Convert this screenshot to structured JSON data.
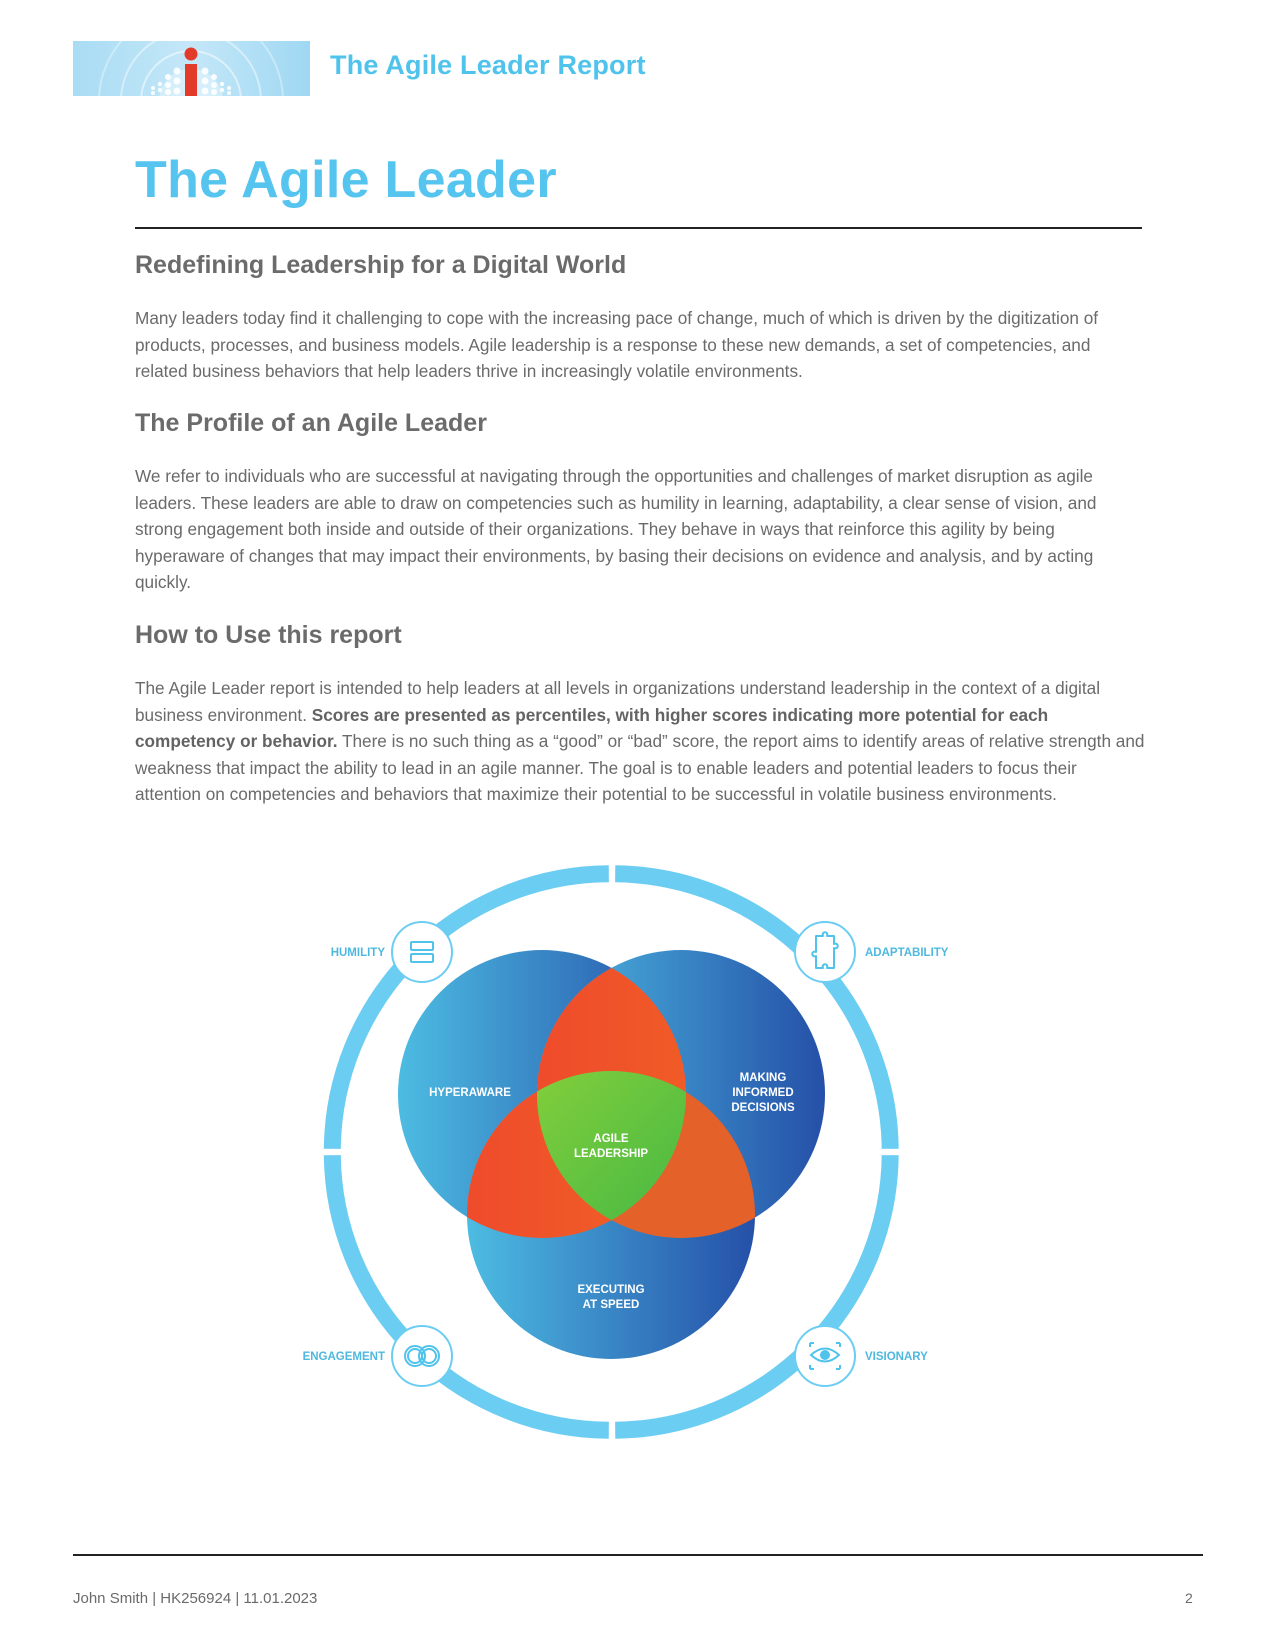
{
  "header": {
    "title": "The Agile Leader Report"
  },
  "main": {
    "title": "The Agile Leader",
    "sections": [
      {
        "heading": "Redefining Leadership for a Digital World",
        "paragraph": "Many leaders today find it challenging to cope with the increasing pace of change, much of which is driven by the digitization of products, processes, and business models. Agile leadership is a response to these new demands, a set of competencies, and related business behaviors that help leaders thrive in increasingly volatile environments."
      },
      {
        "heading": "The Profile of an Agile Leader",
        "paragraph": "We refer to individuals who are successful at navigating through the opportunities and challenges of market disruption as agile leaders. These leaders are able to draw on competencies such as humility in learning, adaptability, a clear sense of vision, and strong engagement both inside and outside of their organizations. They behave in ways that reinforce this agility by being hyperaware of changes that may impact their environments, by basing their decisions on evidence and analysis, and by acting quickly."
      },
      {
        "heading": "How to Use this report",
        "paragraph_start": "The Agile Leader report is intended to help leaders at all levels in organizations understand leadership in the context of a digital business environment. ",
        "paragraph_bold": "Scores are presented as percentiles, with higher scores indicating more potential for each competency or behavior.",
        "paragraph_end": " There is no such thing as a “good” or “bad” score, the report aims to identify areas of relative strength and weakness that impact the ability to lead in an agile manner. The goal is to enable leaders and potential leaders to focus their attention on competencies and behaviors that maximize their potential to be successful in volatile business environments."
      }
    ]
  },
  "diagram": {
    "competencies": {
      "humility": "HUMILITY",
      "adaptability": "ADAPTABILITY",
      "engagement": "ENGAGEMENT",
      "visionary": "VISIONARY"
    },
    "behaviors": {
      "hyperaware_1": "HYPERAWARE",
      "informed_1": "MAKING",
      "informed_2": "INFORMED",
      "informed_3": "DECISIONS",
      "speed_1": "EXECUTING",
      "speed_2": "AT SPEED"
    },
    "center_1": "AGILE",
    "center_2": "LEADERSHIP",
    "colors": {
      "ring": "#6ccdf3",
      "circle_light": "#4dbce2",
      "circle_dark": "#2550a8",
      "overlap_orange": "#f0582a",
      "center_green": "#5cc13b",
      "icon": "#4fc3ec"
    }
  },
  "footer": {
    "left": "John Smith | HK256924 | 11.01.2023",
    "page_number": "2"
  }
}
